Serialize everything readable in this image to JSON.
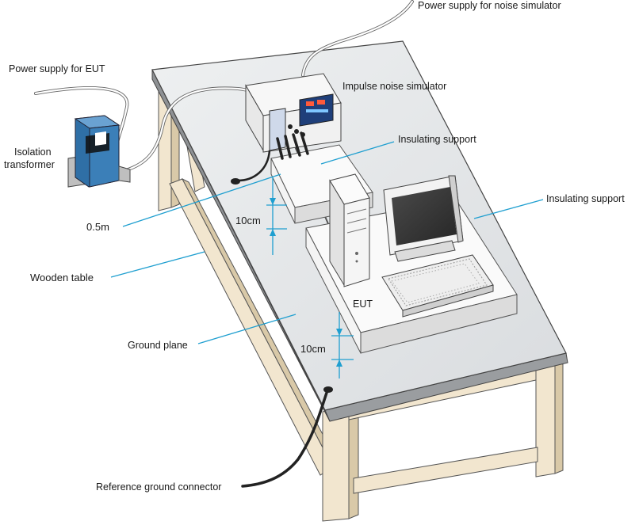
{
  "labels": {
    "power_supply_noise": "Power supply for noise simulator",
    "power_supply_eut": "Power supply for EUT",
    "impulse_noise_simulator": "Impulse noise simulator",
    "isolation_transformer_line1": "Isolation",
    "isolation_transformer_line2": "transformer",
    "insulating_support_top": "Insulating support",
    "insulating_support_right": "Insulating support",
    "distance_05m": "0.5m",
    "height_10cm_top": "10cm",
    "wooden_table": "Wooden table",
    "eut": "EUT",
    "ground_plane": "Ground plane",
    "height_10cm_bottom": "10cm",
    "reference_ground_connector": "Reference ground connector"
  },
  "colors": {
    "leader": "#1f9fd0",
    "table_wood": "#f2e6cf",
    "ground_plane": "#e3e5e7",
    "transformer": "#3b7fb8",
    "monitor_screen": "#3a3a3a"
  }
}
